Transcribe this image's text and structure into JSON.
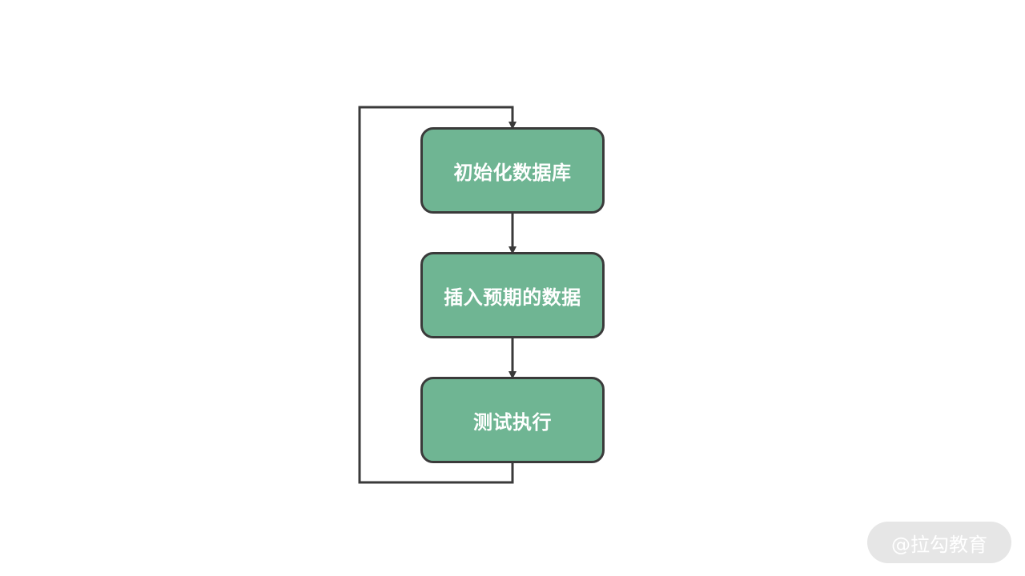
{
  "colors": {
    "node_fill": "#6fb593",
    "node_border": "#3a3a3a",
    "connector": "#3a3a3a",
    "watermark_bg": "#e6e6e6",
    "watermark_text": "#ffffff"
  },
  "diagram": {
    "nodes": [
      {
        "label": "初始化数据库"
      },
      {
        "label": "插入预期的数据"
      },
      {
        "label": "测试执行"
      }
    ],
    "loop": "测试执行 → 初始化数据库"
  },
  "watermark": {
    "text": "@拉勾教育"
  }
}
